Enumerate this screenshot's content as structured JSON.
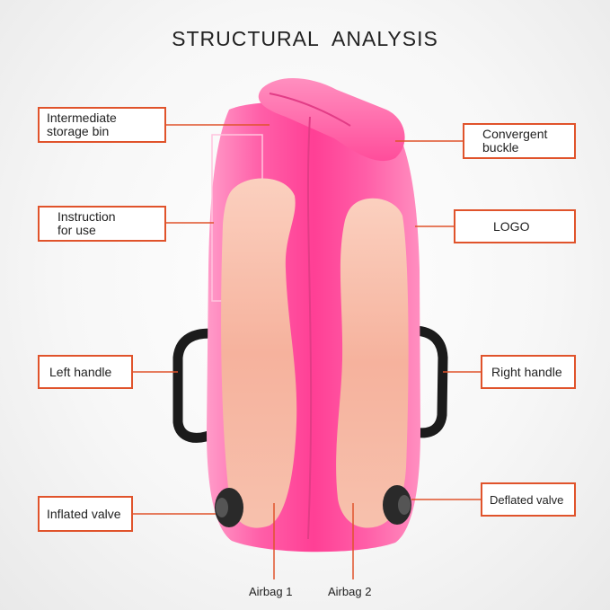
{
  "title": "STRUCTURAL   ANALYSIS",
  "labels": {
    "intermediate_storage_bin": {
      "line1": "Intermediate",
      "line2": "storage bin"
    },
    "instruction_for_use": {
      "line1": "Instruction",
      "line2": "for use"
    },
    "left_handle": "Left handle",
    "inflated_valve": "Inflated  valve",
    "convergent_buckle": {
      "line1": "Convergent",
      "line2": "buckle"
    },
    "logo": "LOGO",
    "right_handle": "Right handle",
    "deflated_valve": "Deflated valve"
  },
  "captions": {
    "airbag1": "Airbag 1",
    "airbag2": "Airbag 2"
  },
  "colors": {
    "bag_pink": "#ff5fa8",
    "airbag_fill": "#f8b8a6",
    "label_border": "#e0532b",
    "leader_line": "#e0532b"
  }
}
